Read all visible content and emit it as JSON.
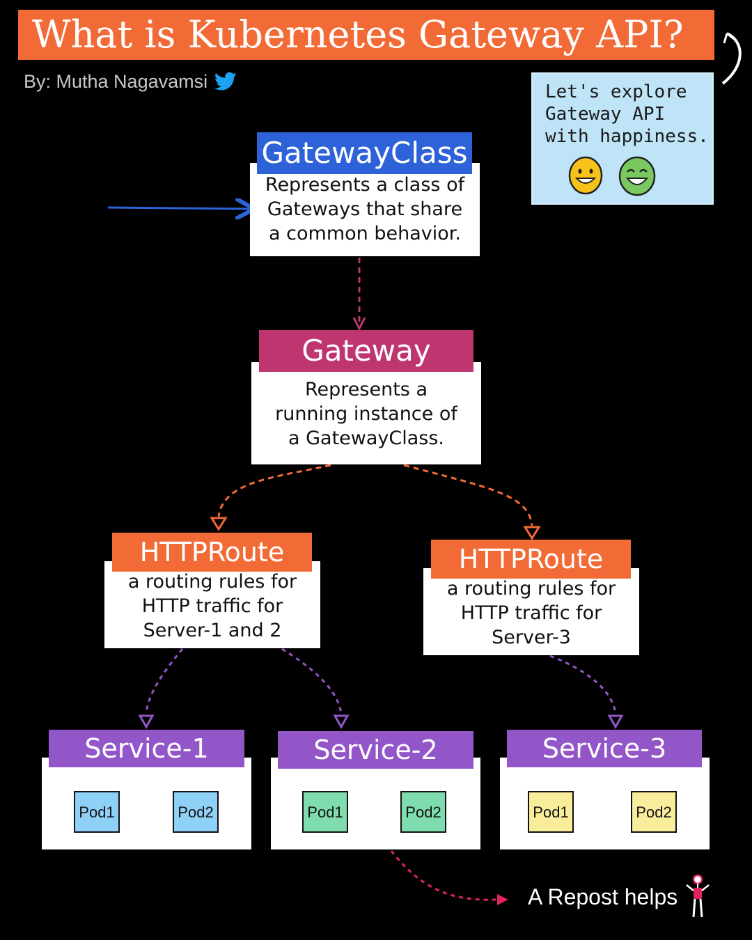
{
  "title": "What is Kubernetes Gateway API?",
  "author": "By: Mutha Nagavamsi",
  "note": {
    "lines": [
      "Let's explore",
      "Gateway API",
      "with happiness."
    ]
  },
  "gateway_class": {
    "label": "GatewayClass",
    "desc_lines": [
      "Represents a class of",
      "Gateways that share",
      "a common behavior."
    ]
  },
  "gateway": {
    "label": "Gateway",
    "desc_lines": [
      "Represents a",
      "running instance of",
      "a GatewayClass."
    ]
  },
  "routes": [
    {
      "label": "HTTPRoute",
      "desc_lines": [
        "a routing rules for",
        "HTTP traffic for",
        "Server-1 and 2"
      ]
    },
    {
      "label": "HTTPRoute",
      "desc_lines": [
        "a routing rules for",
        "HTTP traffic for",
        "Server-3"
      ]
    }
  ],
  "services": [
    {
      "label": "Service-1",
      "pods": [
        "Pod1",
        "Pod2"
      ]
    },
    {
      "label": "Service-2",
      "pods": [
        "Pod1",
        "Pod2"
      ]
    },
    {
      "label": "Service-3",
      "pods": [
        "Pod1",
        "Pod2"
      ]
    }
  ],
  "repost": "A Repost helps",
  "colors": {
    "title_bg": "#f26a36",
    "gateway_class": "#2e62d9",
    "gateway": "#bf3570",
    "httproute": "#f26a36",
    "service": "#9256c9",
    "pod_service1": "#8fd0f6",
    "pod_service2": "#7fdcae",
    "pod_service3": "#f7ed9a"
  },
  "icons": [
    "twitter-bird-icon",
    "smile-icon",
    "grin-icon",
    "stick-figure-icon"
  ]
}
